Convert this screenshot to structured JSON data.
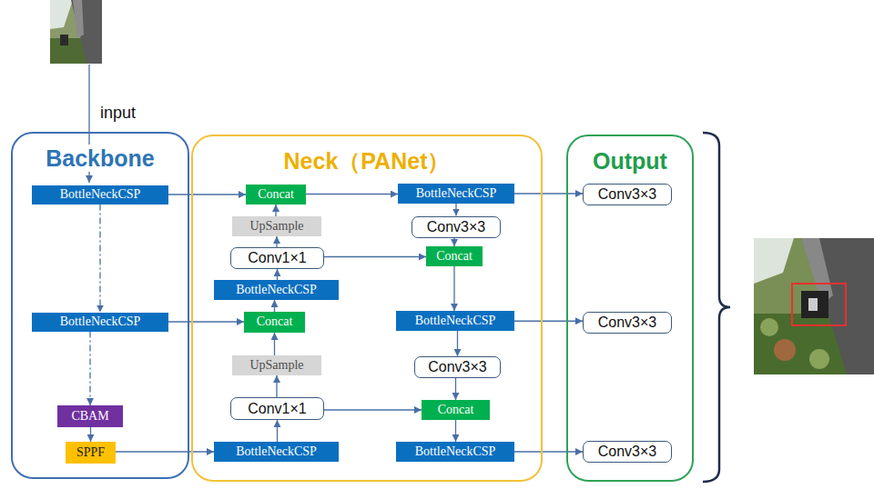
{
  "diagram": {
    "nodes": [
      {
        "text": [
          "Backbone"
        ]
      },
      {
        "text": [
          "BottleNeckCSP"
        ],
        "in": 0
      },
      {
        "text": [
          "BottleNeckCSP"
        ],
        "in": 0
      },
      {
        "text": [
          "CBAM"
        ],
        "in": 0
      },
      {
        "text": [
          "SPPF"
        ],
        "in": 0
      },
      {
        "text": [
          "Neck（PANet）"
        ]
      },
      {
        "text": [
          "Concat"
        ],
        "in": 5
      },
      {
        "text": [
          "BottleNeckCSP"
        ],
        "in": 5
      },
      {
        "text": [
          "UpSample"
        ],
        "in": 5
      },
      {
        "text": [
          "Conv3×3"
        ],
        "in": 5
      },
      {
        "text": [
          "Conv1×1"
        ],
        "in": 5
      },
      {
        "text": [
          "Concat"
        ],
        "in": 5
      },
      {
        "text": [
          "BottleNeckCSP"
        ],
        "in": 5
      },
      {
        "text": [
          "Concat"
        ],
        "in": 5
      },
      {
        "text": [
          "BottleNeckCSP"
        ],
        "in": 5
      },
      {
        "text": [
          "UpSample"
        ],
        "in": 5
      },
      {
        "text": [
          "Conv3×3"
        ],
        "in": 5
      },
      {
        "text": [
          "Conv1×1"
        ],
        "in": 5
      },
      {
        "text": [
          "Concat"
        ],
        "in": 5
      },
      {
        "text": [
          "BottleNeckCSP"
        ],
        "in": 5
      },
      {
        "text": [
          "BottleNeckCSP"
        ],
        "in": 5
      },
      {
        "text": [
          "Output"
        ]
      },
      {
        "text": [
          "Conv3×3"
        ],
        "in": 21
      },
      {
        "text": [
          "Conv3×3"
        ],
        "in": 21
      },
      {
        "text": [
          "Conv3×3"
        ],
        "in": 21
      }
    ],
    "edges": [
      {
        "from": 1,
        "to": 6,
        "arrow": "to"
      },
      {
        "from": 1,
        "to": 2,
        "arrow": "to"
      },
      {
        "from": 2,
        "to": 3,
        "arrow": "to"
      },
      {
        "from": 3,
        "to": 4,
        "arrow": "to"
      },
      {
        "from": 4,
        "to": 19,
        "arrow": "to"
      },
      {
        "from": 2,
        "to": 13,
        "arrow": "to"
      },
      {
        "from": 19,
        "to": 17,
        "arrow": "to"
      },
      {
        "from": 17,
        "to": 15,
        "arrow": "to"
      },
      {
        "from": 15,
        "to": 13,
        "arrow": "to"
      },
      {
        "from": 13,
        "to": 12,
        "arrow": "to"
      },
      {
        "from": 12,
        "to": 10,
        "arrow": "to"
      },
      {
        "from": 10,
        "to": 8,
        "arrow": "to"
      },
      {
        "from": 8,
        "to": 6,
        "arrow": "to"
      },
      {
        "from": 6,
        "to": 7,
        "arrow": "to"
      },
      {
        "from": 7,
        "to": 9,
        "arrow": "to"
      },
      {
        "from": 9,
        "to": 11,
        "arrow": "to"
      },
      {
        "from": 10,
        "to": 11,
        "arrow": "to"
      },
      {
        "from": 11,
        "to": 14,
        "arrow": "to"
      },
      {
        "from": 14,
        "to": 16,
        "arrow": "to"
      },
      {
        "from": 16,
        "to": 18,
        "arrow": "to"
      },
      {
        "from": 17,
        "to": 18,
        "arrow": "to"
      },
      {
        "from": 18,
        "to": 20,
        "arrow": "to"
      },
      {
        "from": 7,
        "to": 22,
        "arrow": "to"
      },
      {
        "from": 14,
        "to": 23,
        "arrow": "to"
      },
      {
        "from": 20,
        "to": 24,
        "arrow": "to"
      }
    ],
    "labels": [
      "input"
    ]
  }
}
